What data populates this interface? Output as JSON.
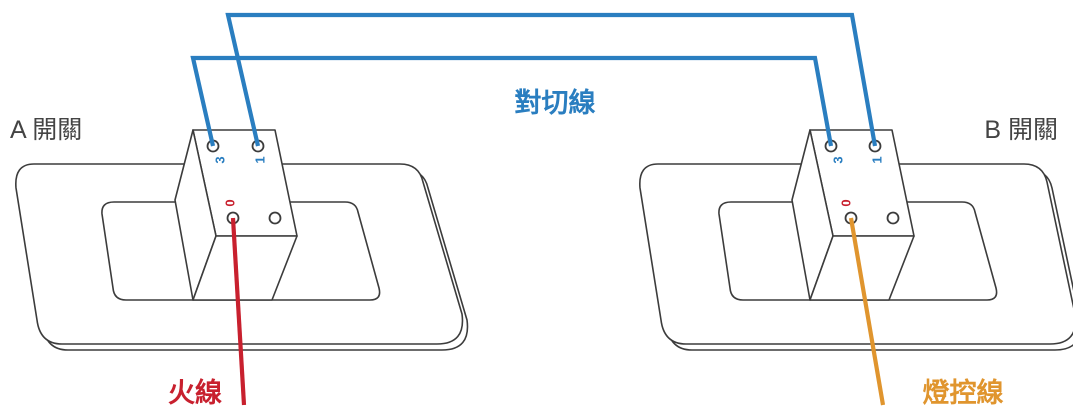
{
  "labels": {
    "switch_a": "A 開關",
    "switch_b": "B 開關",
    "traveler": "對切線",
    "live": "火線",
    "load": "燈控線"
  },
  "terminals": {
    "three": "3",
    "one": "1",
    "zero": "0"
  },
  "colors": {
    "traveler": "#2a7ec0",
    "live": "#c8202e",
    "load": "#e0952e",
    "outline": "#3c3c3c"
  }
}
